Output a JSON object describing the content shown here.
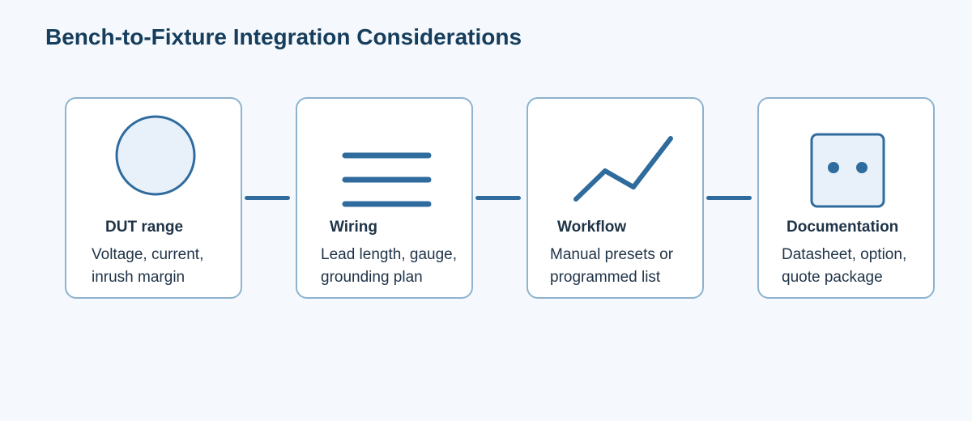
{
  "title": "Bench-to-Fixture Integration Considerations",
  "colors": {
    "background": "#f5f9fd",
    "title": "#163d5c",
    "card_border": "#8db3cf",
    "icon_stroke": "#2f6c9d",
    "icon_fill": "#e8f1fa",
    "text": "#1f3347"
  },
  "cards": [
    {
      "title": "DUT range",
      "line1": "Voltage, current,",
      "line2": "inrush margin",
      "icon": "circle-icon"
    },
    {
      "title": "Wiring",
      "line1": "Lead length, gauge,",
      "line2": "grounding plan",
      "icon": "lines-icon"
    },
    {
      "title": "Workflow",
      "line1": "Manual presets or",
      "line2": "programmed list",
      "icon": "trend-line-icon"
    },
    {
      "title": "Documentation",
      "line1": "Datasheet, option,",
      "line2": "quote package",
      "icon": "document-icon"
    }
  ]
}
